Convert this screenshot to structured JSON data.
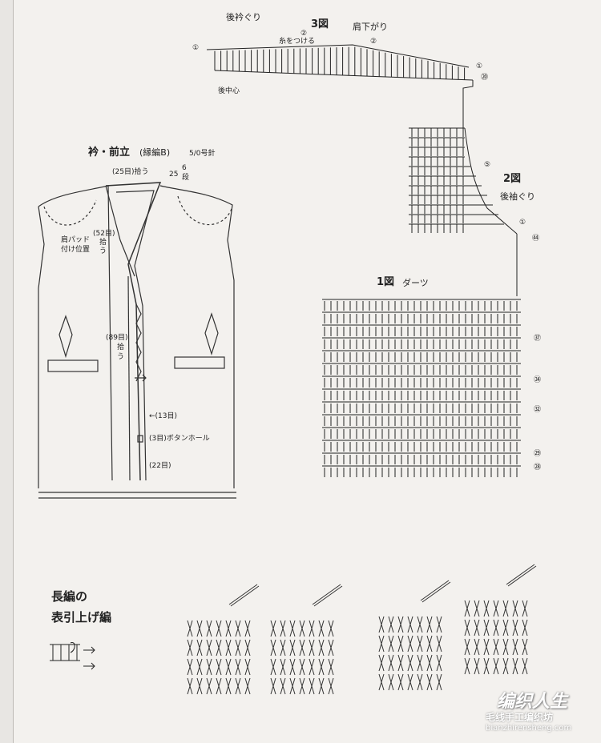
{
  "labels": {
    "back_neck_top": "後衿ぐり",
    "fig3": "3図",
    "shoulder_slope": "肩下がり",
    "attach_yarn": "糸をつける",
    "back_center": "後中心",
    "fig2": "2図",
    "back_armhole": "後袖ぐり",
    "fig1": "1図",
    "darts": "ダーツ"
  },
  "collar": {
    "title": "衿・前立",
    "pattern": "(縁編B)",
    "hook": "5/0号針",
    "pick_25": "(25目)拾う",
    "fraction_25": "25",
    "fraction_num": "6",
    "fraction_den": "段",
    "shoulder_pad": "肩パッド",
    "pad_position": "付け位置",
    "pick_52": "(52目)",
    "pick_52b": "拾",
    "pick_52c": "う",
    "pick_89": "(89目)",
    "pick_89b": "拾",
    "pick_89c": "う",
    "st_13": "←(13目)",
    "buttonhole": "(3目)ボタンホール",
    "st_22": "(22目)"
  },
  "rows": {
    "r1_top": "①",
    "r2a": "②",
    "r2b": "②",
    "r1_right": "①",
    "r20": "⑳",
    "r5": "⑤",
    "r1_fig2": "①",
    "r44": "㊹",
    "r37": "㊲",
    "r34": "㉞",
    "r32": "㉜",
    "r29": "㉙",
    "r28": "㉘"
  },
  "technique": {
    "title_line1": "長編の",
    "title_line2": "表引上げ編"
  },
  "watermark": {
    "brand": "编织人生",
    "sub": "毛线手工编织坊",
    "url": "bianzhirensheng.com"
  },
  "colors": {
    "paper": "#f3f1ee",
    "ink": "#222222"
  }
}
